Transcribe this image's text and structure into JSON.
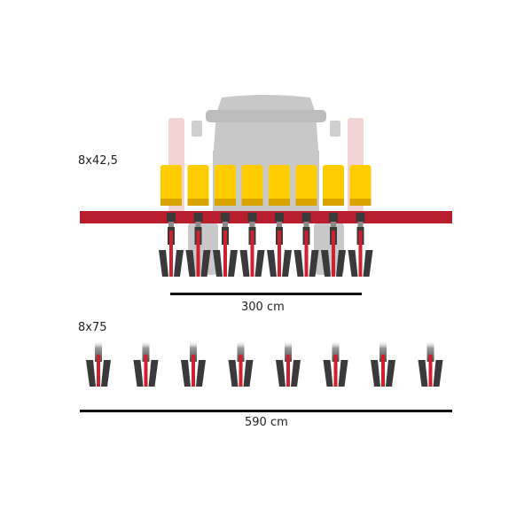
{
  "folded": {
    "config_label": "8x42,5",
    "width_label": "300 cm",
    "units": 8
  },
  "unfolded": {
    "config_label": "8x75",
    "width_label": "590 cm",
    "units": 8
  },
  "colors": {
    "tractor": "#c8c8c8",
    "tractor_dark": "#b5b5b5",
    "tractor_pink": "#f2d3d3",
    "hopper": "#ffcc00",
    "hopper_base": "#d9a400",
    "frame": "#b81e2d",
    "unit_red": "#d0202e",
    "unit_dark": "#3a3a3a",
    "unit_gray": "#8a8a8a",
    "dimension": "#111111"
  }
}
